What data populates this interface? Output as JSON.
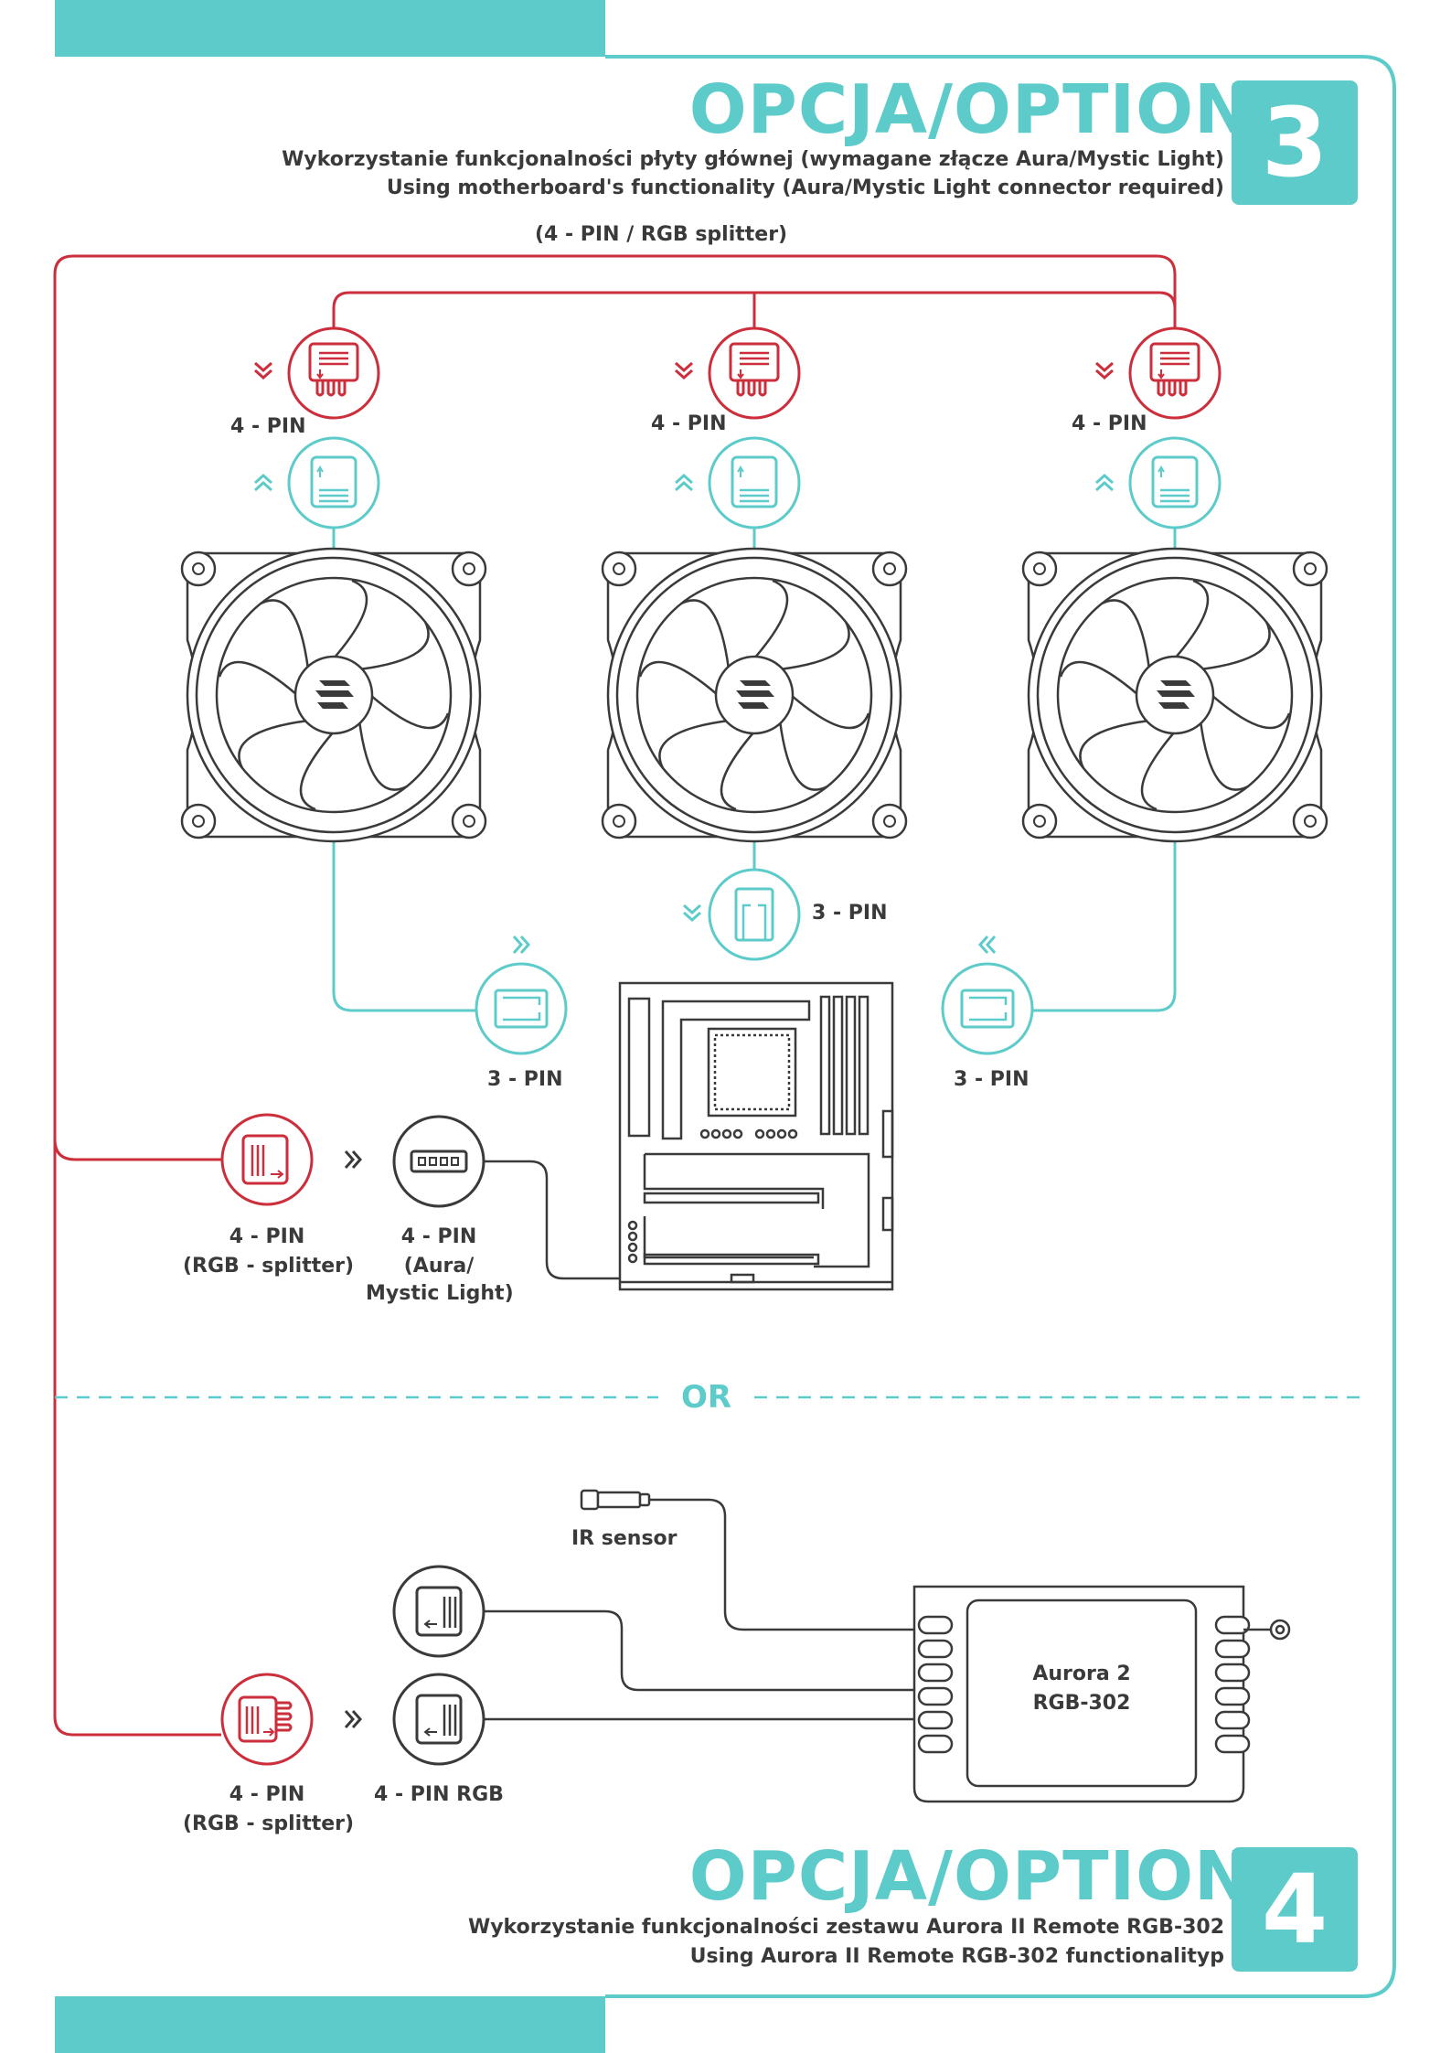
{
  "colors": {
    "accent": "#5ecbcb",
    "red": "#cc2e3b",
    "dark": "#3a3a3a"
  },
  "option3": {
    "title": "OPCJA/OPTION",
    "number": "3",
    "line_pl": "Wykorzystanie funkcjonalności płyty głównej (wymagane złącze Aura/Mystic Light)",
    "line_en": "Using motherboard's functionality (Aura/Mystic Light connector required)"
  },
  "option4": {
    "title": "OPCJA/OPTION",
    "number": "4",
    "line_pl": "Wykorzystanie funkcjonalności zestawu Aurora II Remote RGB-302",
    "line_en": "Using Aurora II Remote RGB-302 functionalityp"
  },
  "labels": {
    "splitter_top": "(4 - PIN / RGB splitter)",
    "four_pin": "4 - PIN",
    "three_pin": "3 - PIN",
    "rgb_splitter": "(RGB - splitter)",
    "aura_line1": "(Aura/",
    "aura_line2": "Mystic Light)",
    "or": "OR",
    "ir_sensor": "IR sensor",
    "four_pin_rgb": "4 - PIN RGB",
    "controller_line1": "Aurora 2",
    "controller_line2": "RGB-302"
  },
  "icons": [
    "red-4pin-connector-icon",
    "teal-fan-connector-icon",
    "fan-icon",
    "motherboard-icon",
    "ir-sensor-icon",
    "controller-icon",
    "chevron-icon"
  ]
}
